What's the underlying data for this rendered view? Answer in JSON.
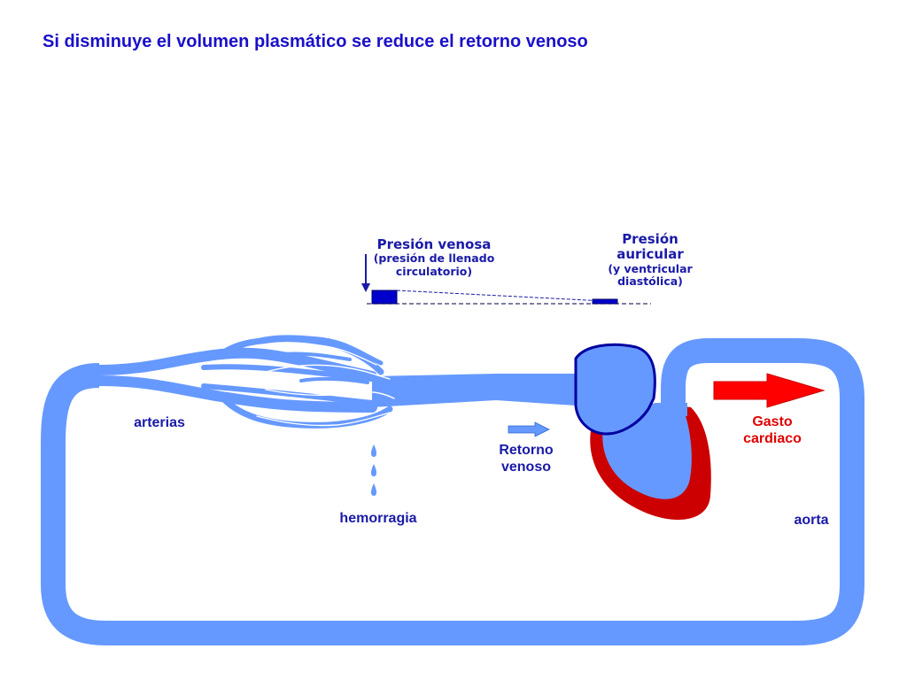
{
  "title": "Si disminuye el volumen plasmático se reduce el retorno venoso",
  "labels": {
    "presion_venosa": "Presión venosa",
    "presion_venosa_sub1": "(presión de llenado",
    "presion_venosa_sub2": "circulatorio)",
    "presion_auricular_1": "Presión",
    "presion_auricular_2": "auricular",
    "presion_auricular_sub1": "(y ventricular",
    "presion_auricular_sub2": "diastólica)",
    "arterias": "arterias",
    "hemorragia": "hemorragia",
    "retorno_1": "Retorno",
    "retorno_2": "venoso",
    "gasto_1": "Gasto",
    "gasto_2": "cardiaco",
    "aorta": "aorta"
  },
  "colors": {
    "vessel": "#6699ff",
    "vessel_edge": "#ffffff",
    "heart_outline": "#0000a0",
    "ventricle": "#cc0000",
    "arrow_red": "#ff0000",
    "text_blue": "#1a1aa8",
    "title_blue": "#1a10c8",
    "text_red": "#e00000",
    "pressure_box": "#0000cc"
  }
}
